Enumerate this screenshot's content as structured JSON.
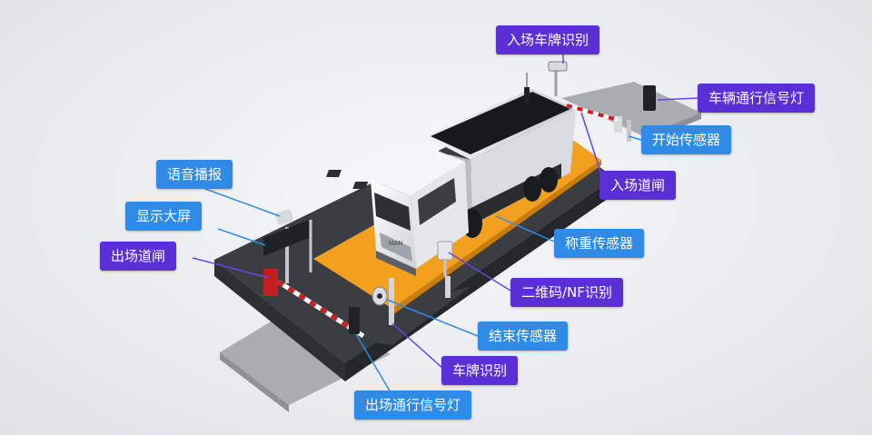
{
  "colors": {
    "purple": "#5a2fd6",
    "blue": "#2f8be6",
    "scale_platform": "#f3a01f",
    "pit": "#3a3d42",
    "ramp": "#a9acb1",
    "line_purple": "#6b44e6",
    "line_blue": "#2f8be6"
  },
  "callouts": {
    "entry_plate_recognition": "入场车牌识别",
    "vehicle_signal_light": "车辆通行信号灯",
    "start_sensor": "开始传感器",
    "entry_barrier": "入场道闸",
    "weighing_sensor": "称重传感器",
    "qr_nfc_recognition": "二维码/NF识别",
    "end_sensor": "结束传感器",
    "plate_recognition": "车牌识别",
    "exit_signal_light": "出场通行信号灯",
    "voice_broadcast": "语音播报",
    "display_screen": "显示大屏",
    "exit_barrier": "出场道闸"
  },
  "truck": {
    "cab_text": "MAN"
  }
}
